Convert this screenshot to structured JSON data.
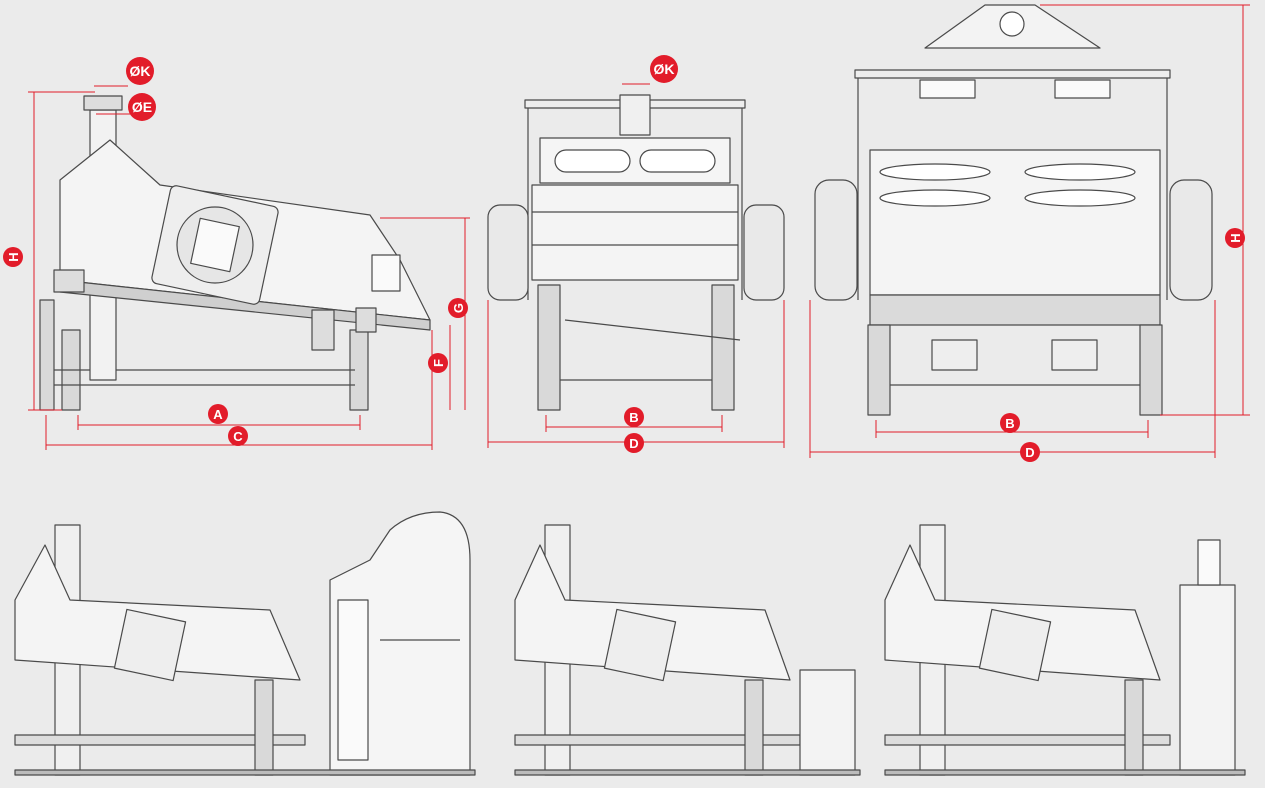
{
  "colors": {
    "dimension": "#e21c2a",
    "line": "#4a4a4a",
    "background": "#ebebeb"
  },
  "labels": {
    "A": "A",
    "B": "B",
    "C": "C",
    "D": "D",
    "E": "ØE",
    "F": "F",
    "G": "G",
    "H": "H",
    "K": "ØK"
  }
}
